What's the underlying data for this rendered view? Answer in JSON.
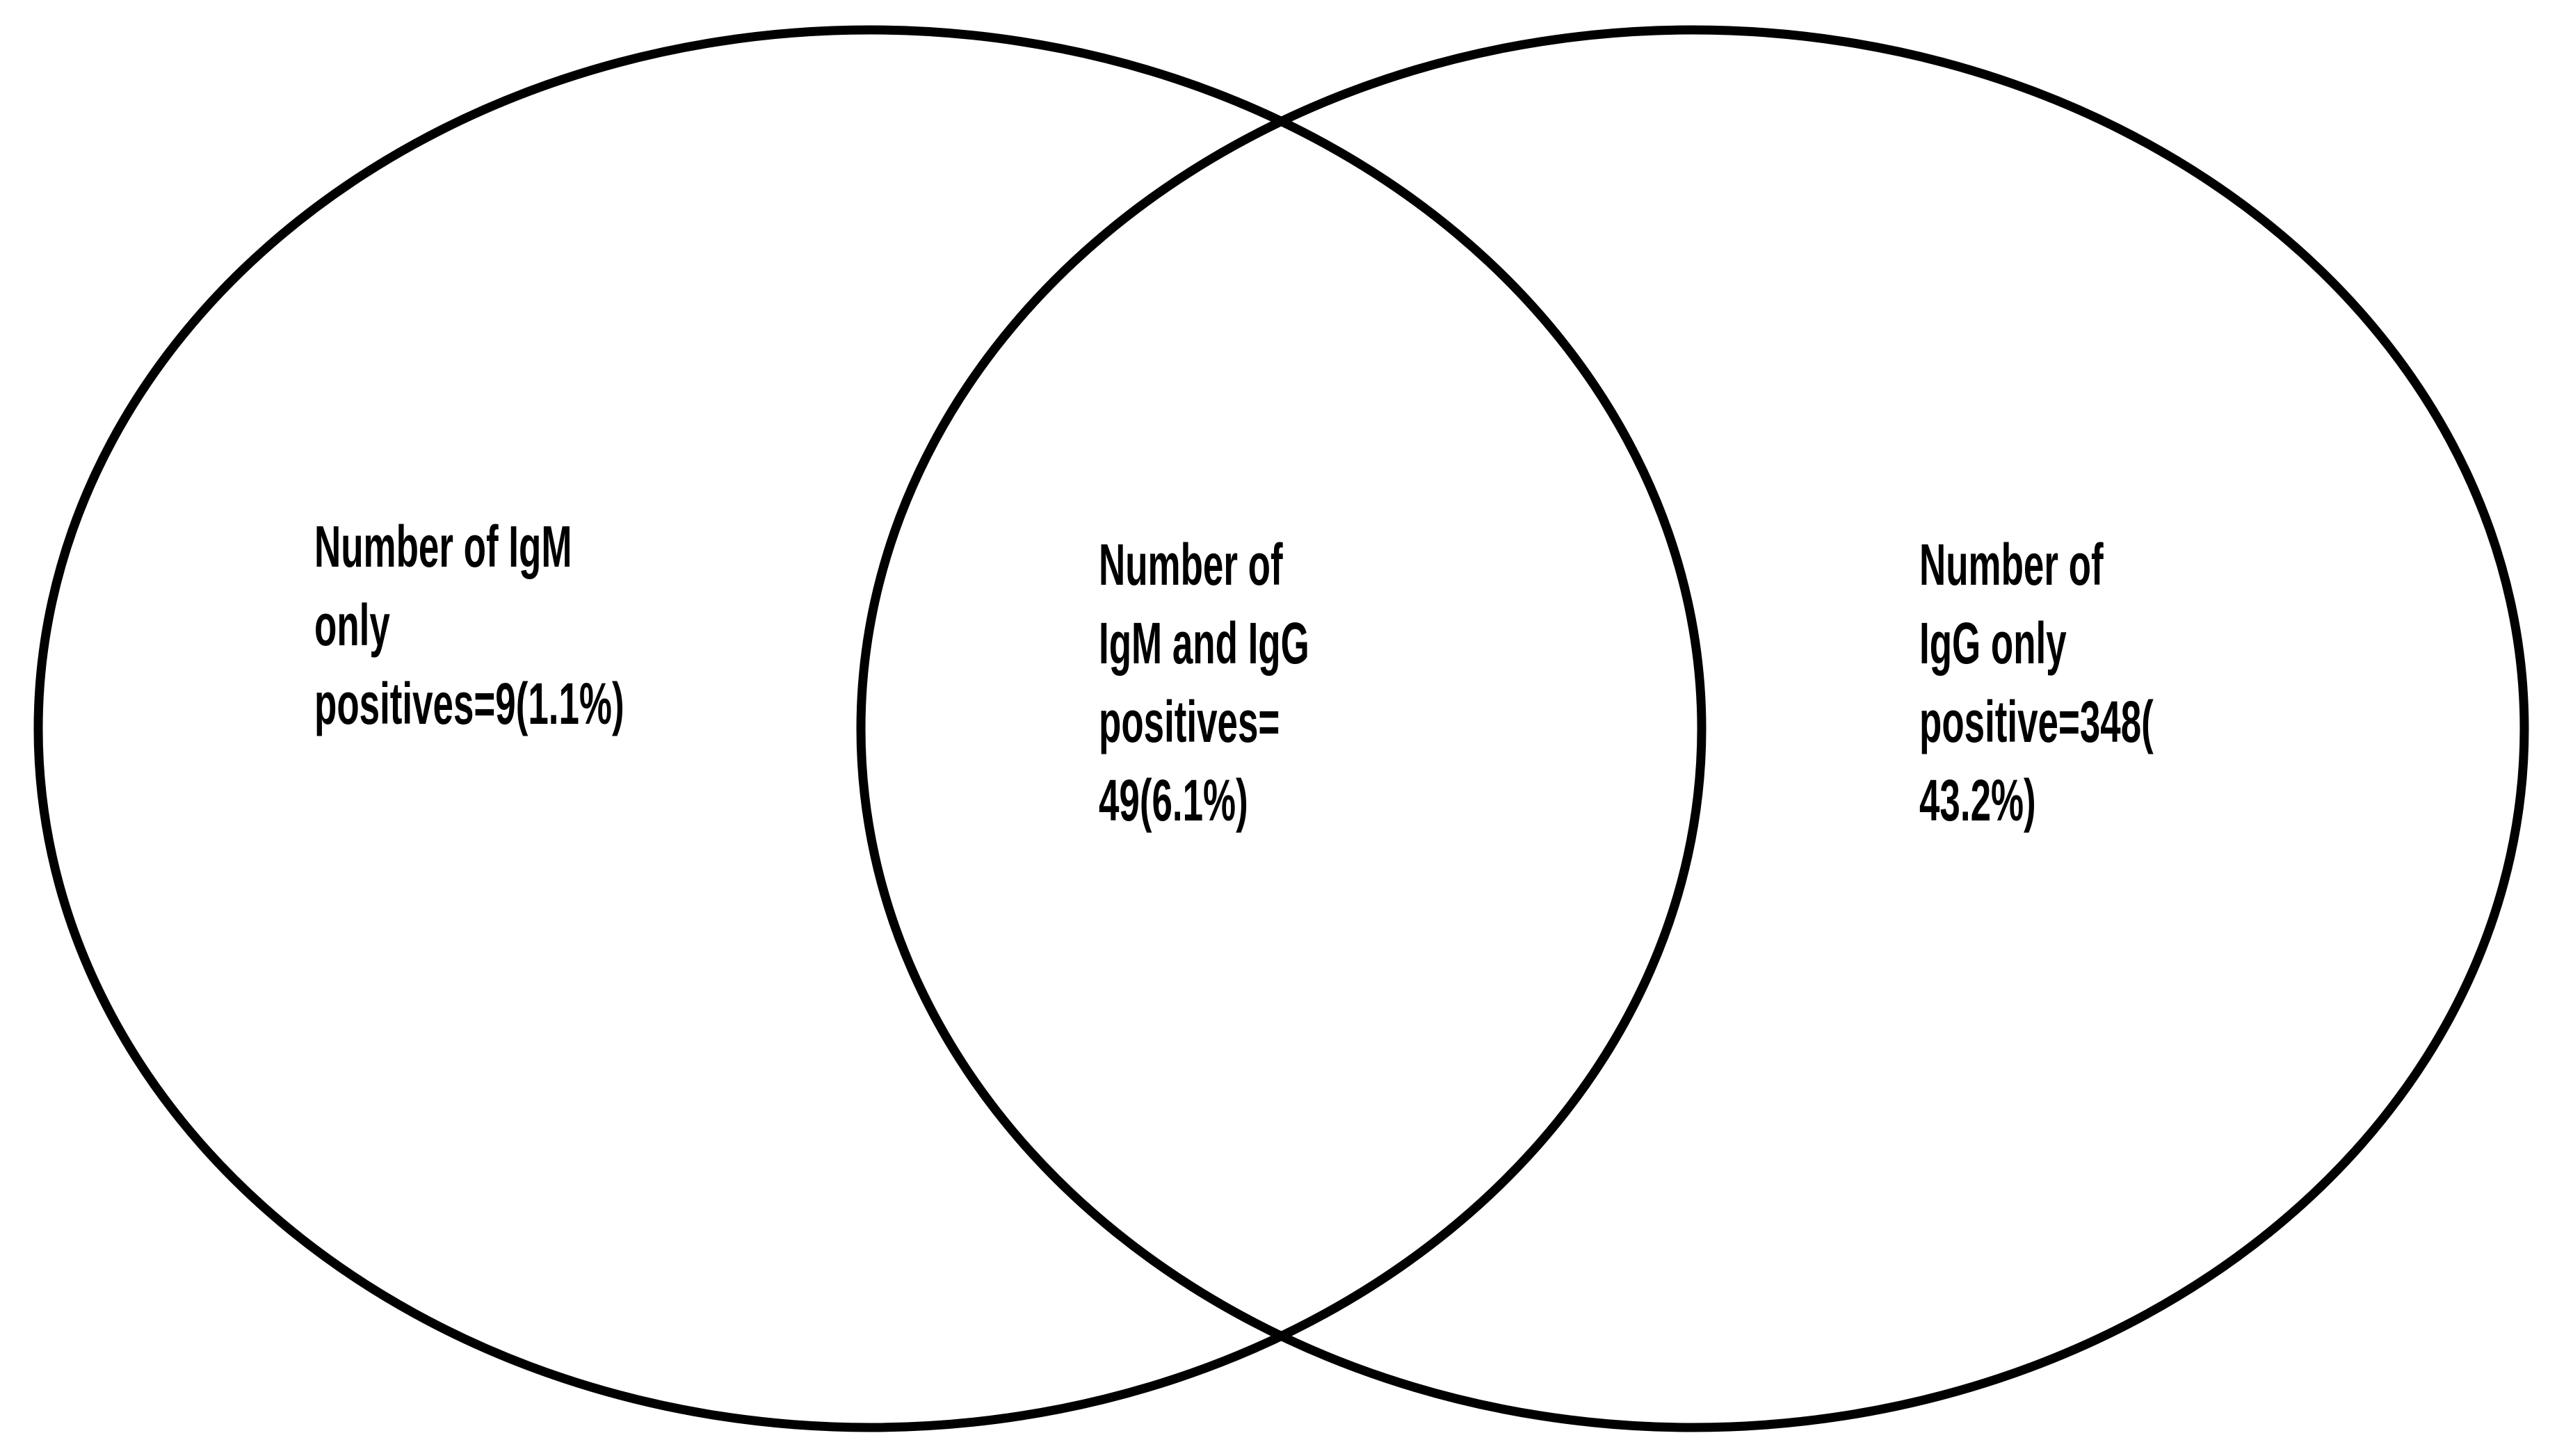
{
  "venn": {
    "type": "venn-diagram",
    "background_color": "#ffffff",
    "stroke_color": "#000000",
    "text_color": "#000000",
    "regions": [
      {
        "id": "igm-only",
        "text": "Number of IgM\nonly\npositives=9(1.1%)",
        "set": "IgM only positives",
        "count": 9,
        "percent": "1.1%"
      },
      {
        "id": "igm-and-igg",
        "text": "Number of\nIgM and IgG\npositives=\n49(6.1%)",
        "set": "IgM and IgG positives",
        "count": 49,
        "percent": "6.1%"
      },
      {
        "id": "igg-only",
        "text": "Number of\nIgG only\npositive=348(\n43.2%)",
        "set": "IgG only positive",
        "count": 348,
        "percent": "43.2%"
      }
    ]
  }
}
